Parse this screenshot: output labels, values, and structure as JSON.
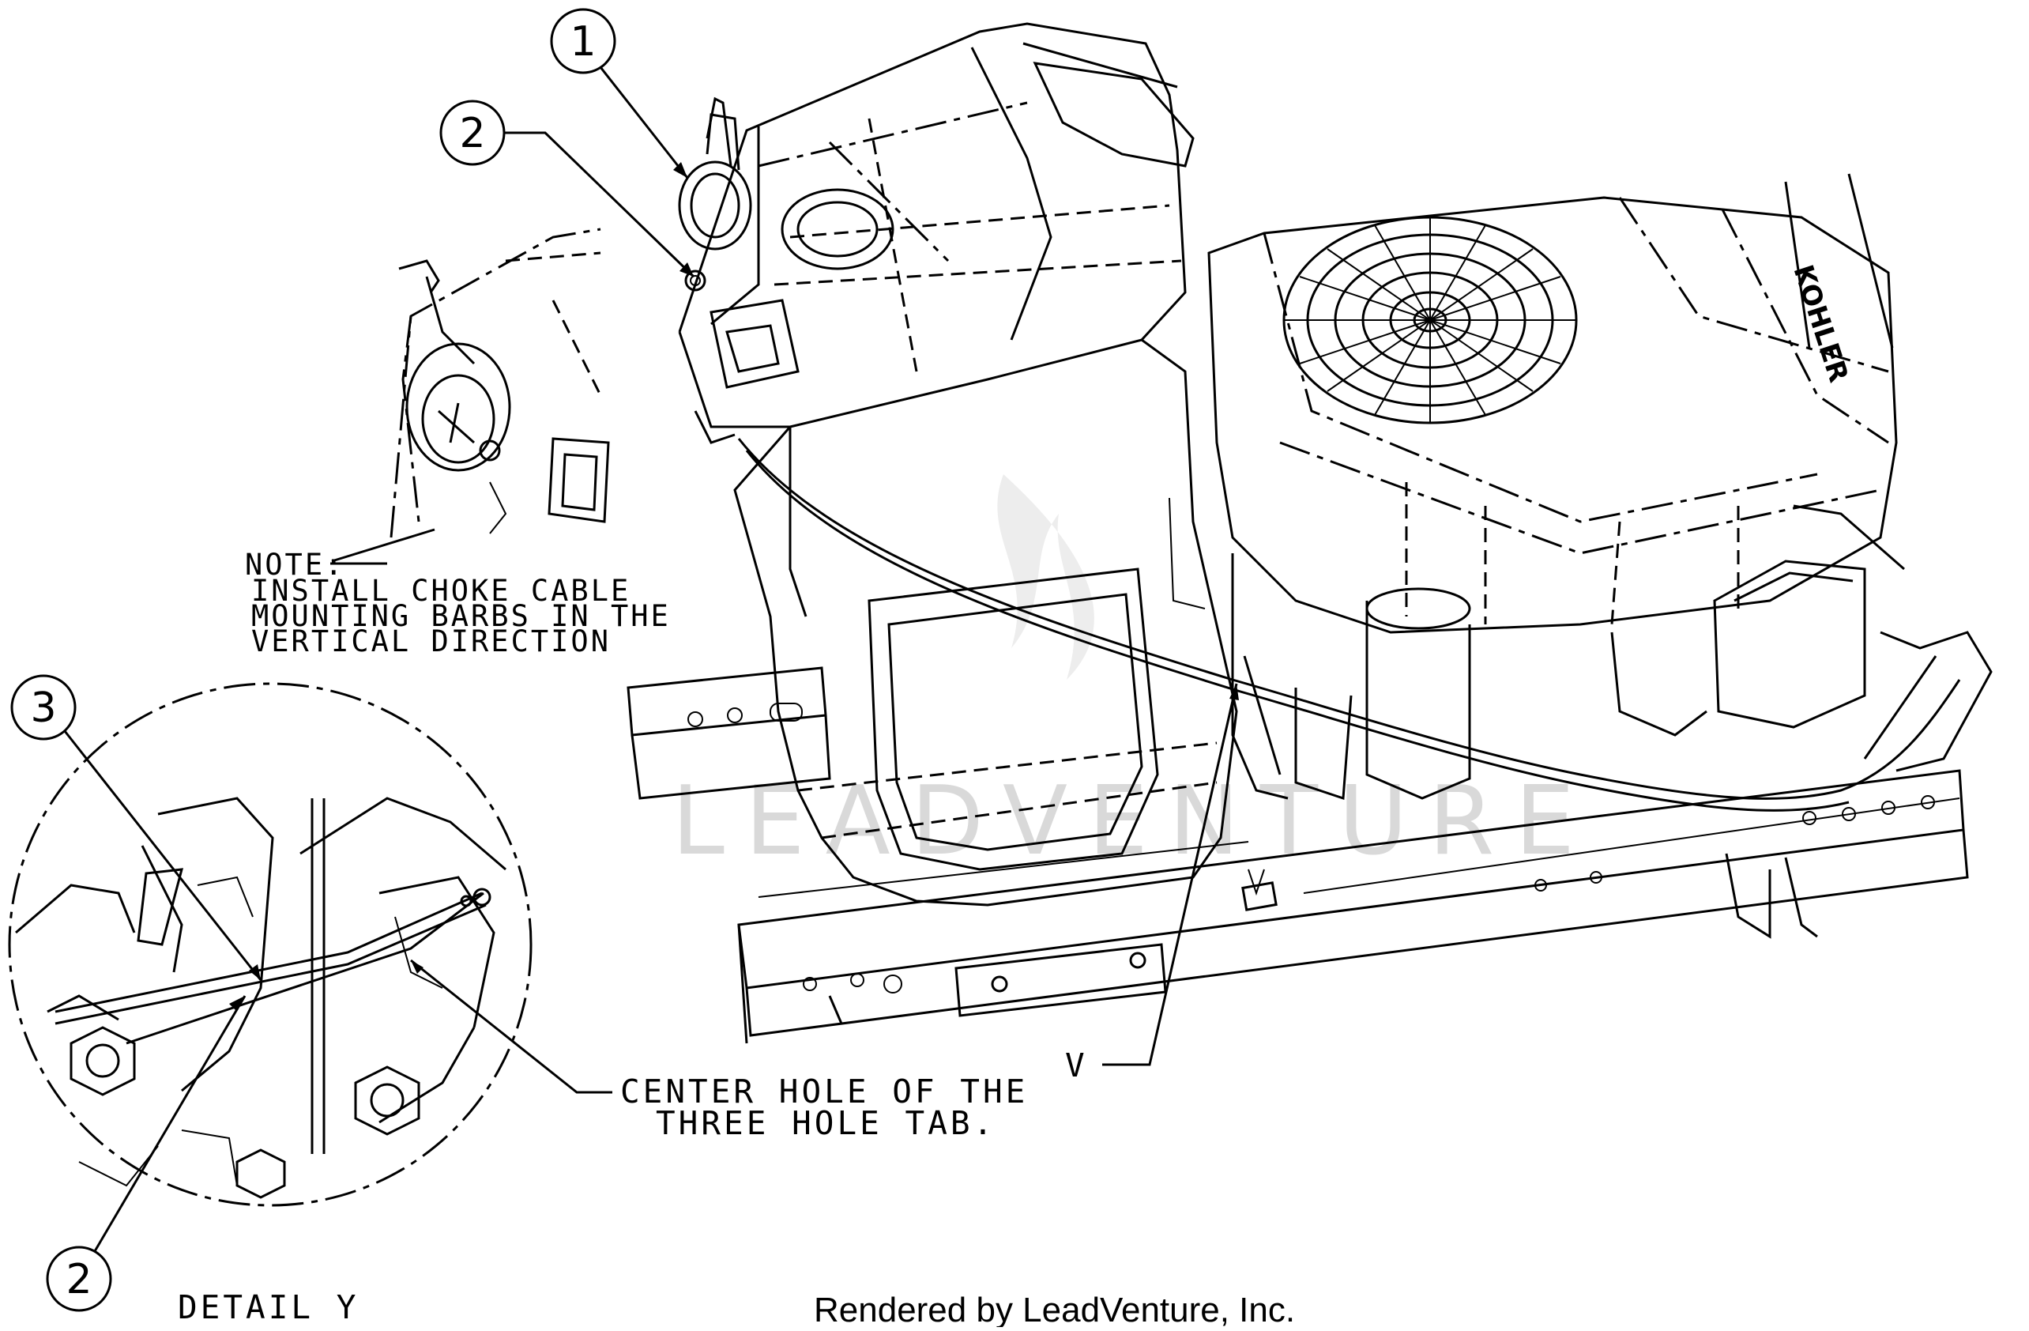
{
  "callouts": {
    "c1": "1",
    "c2_top": "2",
    "c3": "3",
    "c2_detail": "2"
  },
  "note": {
    "line1": "NOTE:",
    "line2": "INSTALL CHOKE CABLE",
    "line3": "MOUNTING BARBS IN THE",
    "line4": "VERTICAL DIRECTION"
  },
  "center_hole": {
    "line1": "CENTER HOLE OF THE",
    "line2": "THREE HOLE TAB."
  },
  "view_label": "V",
  "detail_label": "DETAIL Y",
  "engine_brand": "KOHLER",
  "watermark": "LEADVENTURE",
  "footer": "Rendered by LeadVenture, Inc."
}
